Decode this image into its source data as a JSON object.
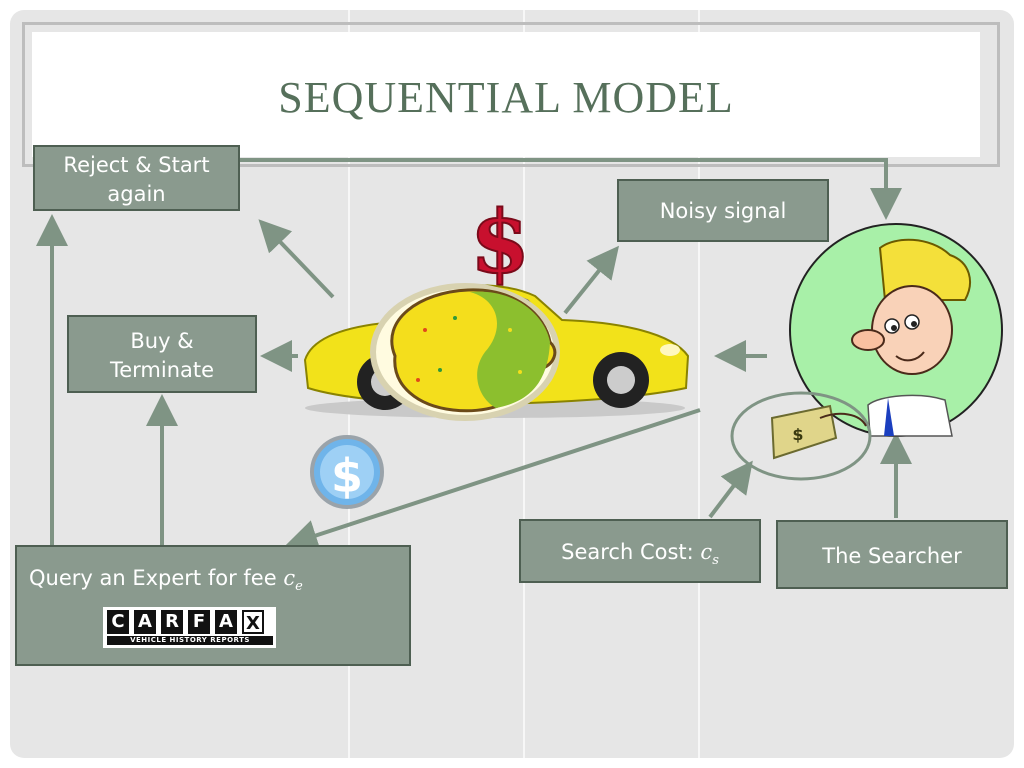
{
  "title": "SEQUENTIAL MODEL",
  "boxes": {
    "reject": {
      "line1": "Reject & Start",
      "line2": "again"
    },
    "noisy": {
      "label": "Noisy signal"
    },
    "buy": {
      "line1": "Buy &",
      "line2": "Terminate"
    },
    "search_cost": {
      "label": "Search Cost:",
      "symbol": "c",
      "subscript": "s"
    },
    "searcher": {
      "label": "The Searcher"
    },
    "query": {
      "label": "Query an Expert for  fee",
      "symbol": "c",
      "subscript": "e"
    }
  },
  "logo": {
    "letters": [
      "C",
      "A",
      "R",
      "F",
      "A",
      "X"
    ],
    "tagline": "VEHICLE HISTORY REPORTS"
  },
  "colors": {
    "box_fill": "#8a9a8e",
    "arrow": "#7f9484",
    "title": "#56705b"
  },
  "icons": [
    "dollar-sign-icon",
    "dollar-coin-icon",
    "car-icon",
    "lemon-icon",
    "searcher-person-icon",
    "money-bill-icon"
  ]
}
